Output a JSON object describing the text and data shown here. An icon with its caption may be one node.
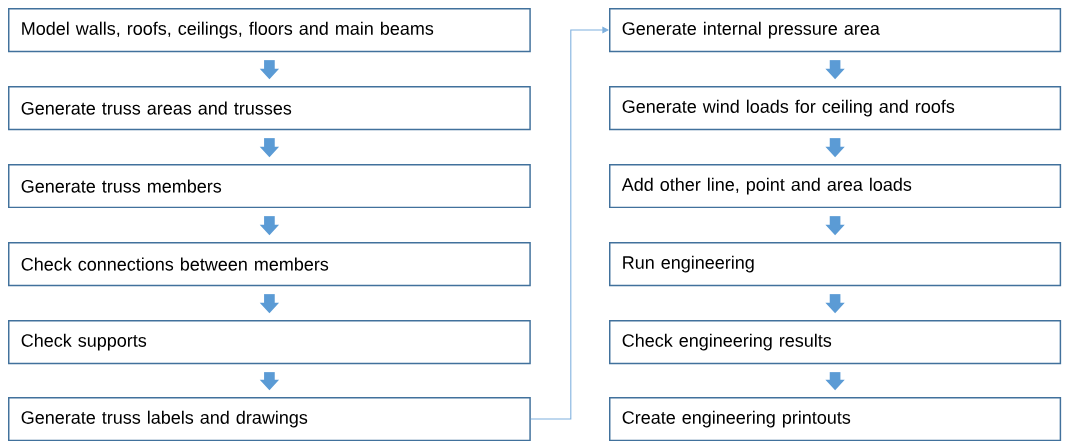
{
  "diagram": {
    "nodes": [
      {
        "text": [
          "Model walls, roofs, ceilings, floors and main beams"
        ]
      },
      {
        "text": [
          "Generate truss areas and trusses"
        ]
      },
      {
        "text": [
          "Generate truss members"
        ]
      },
      {
        "text": [
          "Check connections between members"
        ]
      },
      {
        "text": [
          "Check supports"
        ]
      },
      {
        "text": [
          "Generate truss labels and drawings"
        ]
      },
      {
        "text": [
          "Generate internal pressure area"
        ]
      },
      {
        "text": [
          "Generate wind loads for ceiling and roofs"
        ]
      },
      {
        "text": [
          "Add other line, point and area loads"
        ]
      },
      {
        "text": [
          "Run engineering"
        ]
      },
      {
        "text": [
          "Check engineering results"
        ]
      },
      {
        "text": [
          "Create engineering printouts"
        ]
      }
    ],
    "edges": [
      {
        "from": 0,
        "to": 1,
        "arrow": "to"
      },
      {
        "from": 1,
        "to": 2,
        "arrow": "to"
      },
      {
        "from": 2,
        "to": 3,
        "arrow": "to"
      },
      {
        "from": 3,
        "to": 4,
        "arrow": "to"
      },
      {
        "from": 4,
        "to": 5,
        "arrow": "to"
      },
      {
        "from": 5,
        "to": 6,
        "arrow": "to",
        "color": "#7eb0de"
      },
      {
        "from": 6,
        "to": 7,
        "arrow": "to"
      },
      {
        "from": 7,
        "to": 8,
        "arrow": "to"
      },
      {
        "from": 8,
        "to": 9,
        "arrow": "to"
      },
      {
        "from": 9,
        "to": 10,
        "arrow": "to"
      },
      {
        "from": 10,
        "to": 11,
        "arrow": "to"
      }
    ]
  }
}
